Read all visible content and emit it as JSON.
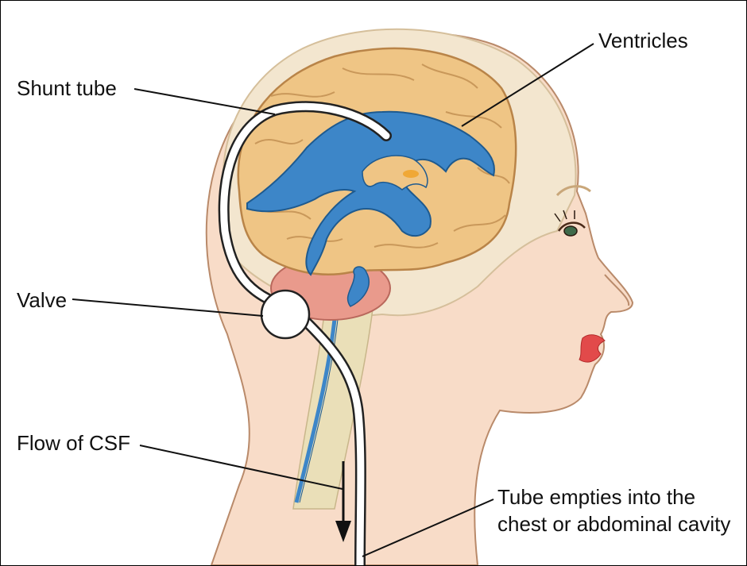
{
  "labels": {
    "shunt_tube": "Shunt tube",
    "ventricles": "Ventricles",
    "valve": "Valve",
    "flow": "Flow of CSF",
    "outlet_line1": "Tube empties into the",
    "outlet_line2": "chest or abdominal cavity"
  },
  "colors": {
    "skin": "#f8dcc8",
    "skin_outline": "#b98a6a",
    "skull": "#f3e6cf",
    "brain": "#efc585",
    "brain_fold": "#c9985a",
    "ventricle": "#3d86c8",
    "ventricle_dark": "#1e5a8f",
    "tube": "#ffffff",
    "cerebellum": "#e99a8c",
    "lips": "#e24a4a",
    "leader_line": "#111111"
  }
}
